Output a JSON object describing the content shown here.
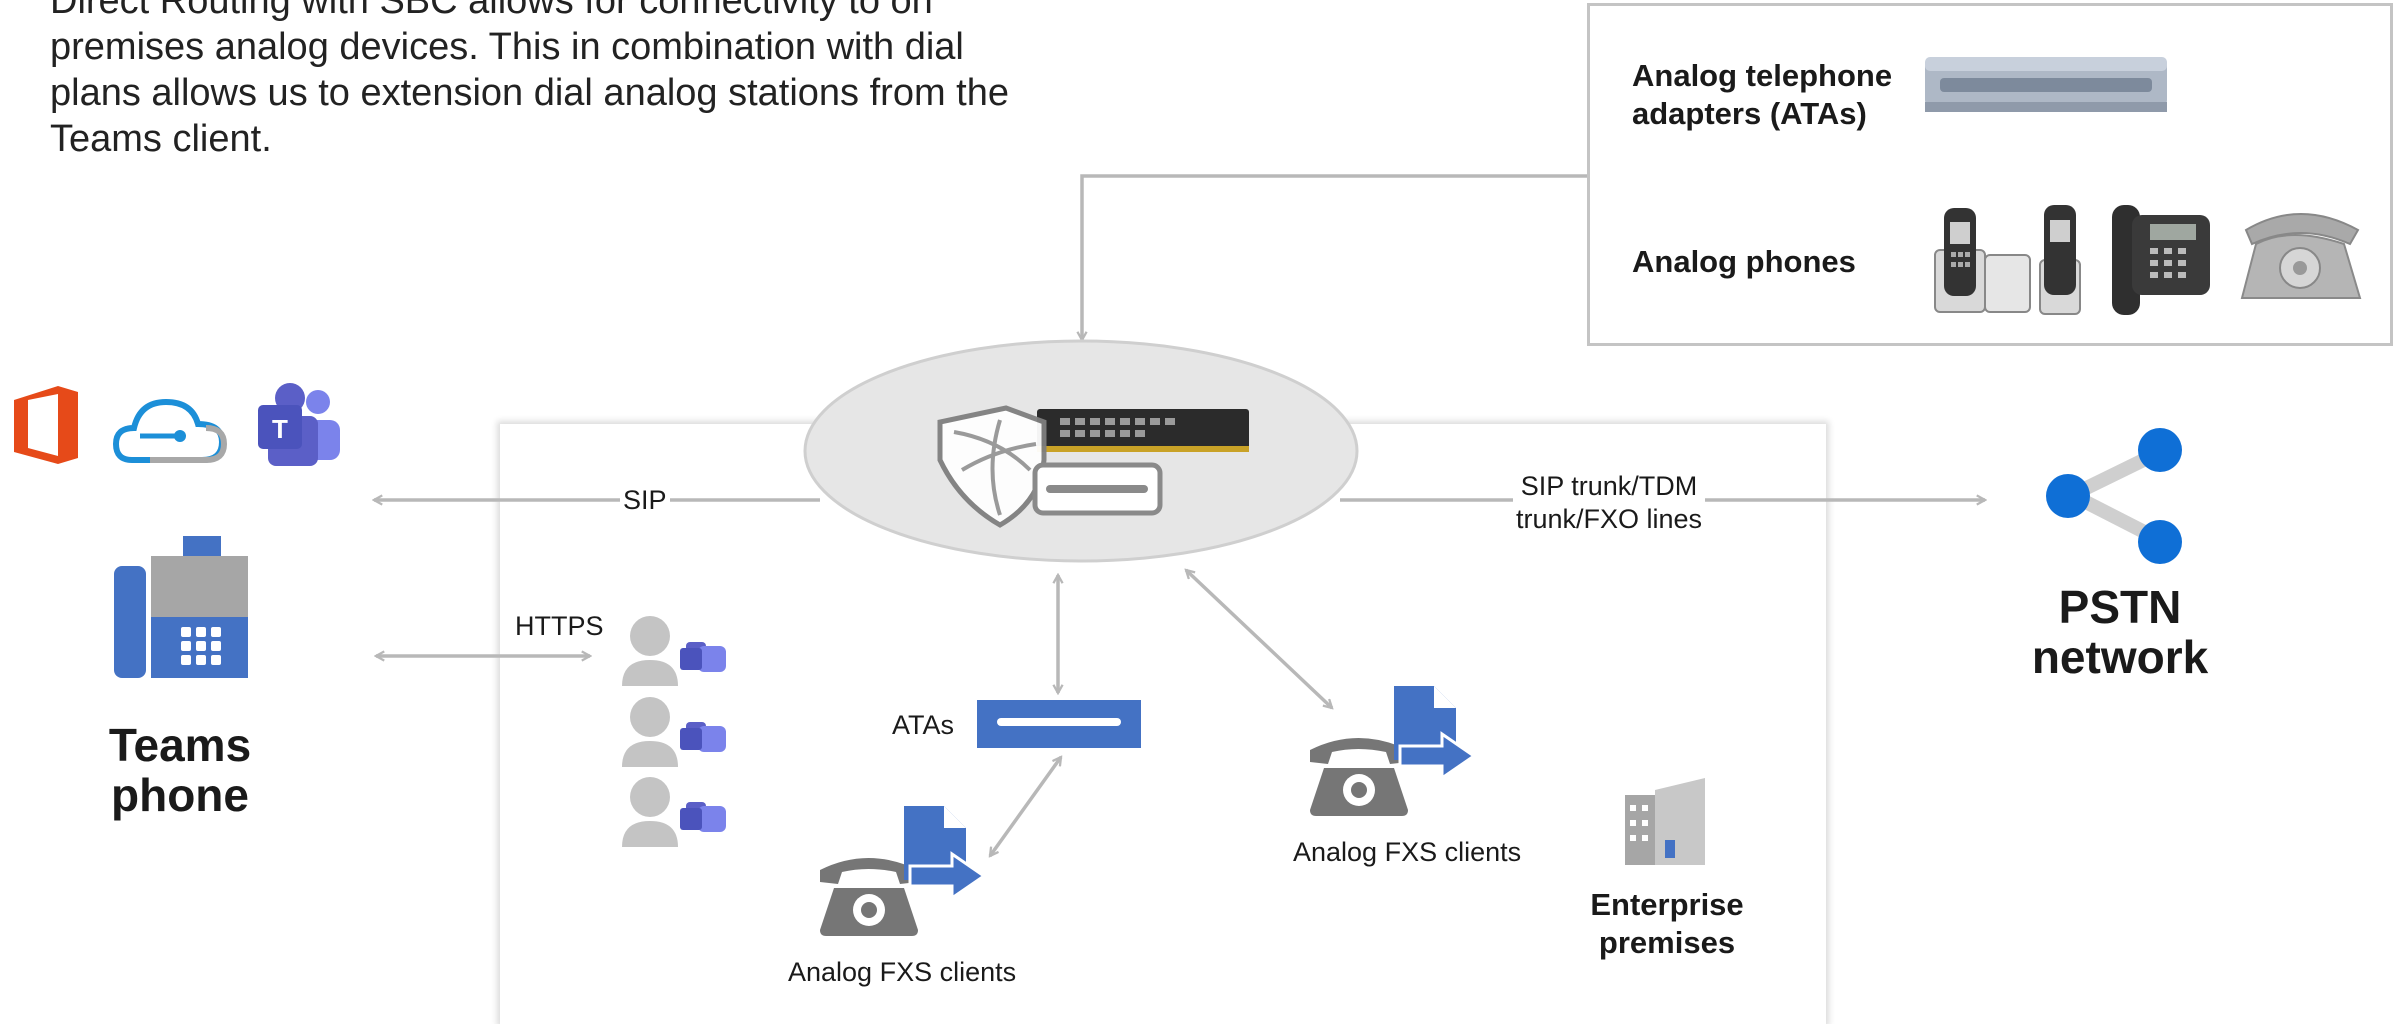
{
  "intro": {
    "text": "Direct Routing with SBC allows for connectivity to on premises analog devices. This in combination with dial plans allows us to extension dial analog stations from the Teams client."
  },
  "devices_box": {
    "ata_label": "Analog telephone\nadapters (ATAs)",
    "phones_label": "Analog phones"
  },
  "teams_phone": {
    "label": "Teams\nphone"
  },
  "pstn": {
    "label": "PSTN\nnetwork"
  },
  "connections": {
    "sip": "SIP",
    "https": "HTTPS",
    "sip_trunk": "SIP trunk/TDM\ntrunk/FXO lines"
  },
  "premises": {
    "atas_label": "ATAs",
    "fxs_left_label": "Analog FXS clients",
    "fxs_right_label": "Analog FXS clients",
    "enterprise_label": "Enterprise\npremises"
  },
  "colors": {
    "accent_blue": "#4472c4",
    "pstn_blue": "#0f6fd6",
    "arrow_gray": "#b8b8b8",
    "office_orange": "#e64a19",
    "teams_purple": "#5b5fc7"
  },
  "icons": [
    "office-icon",
    "cloud-icon",
    "teams-icon",
    "desk-phone-icon",
    "sbc-shield-icon",
    "share-network-icon",
    "user-icon",
    "analog-phone-icon",
    "document-arrow-icon",
    "building-icon"
  ]
}
